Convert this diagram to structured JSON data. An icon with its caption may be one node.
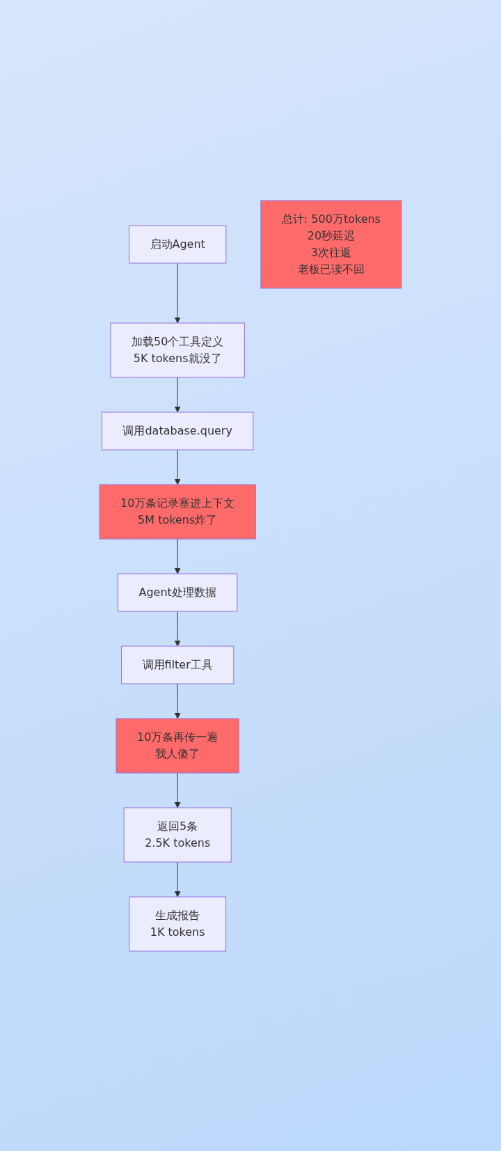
{
  "diagram": {
    "nodes": [
      {
        "text": [
          "启动Agent"
        ]
      },
      {
        "text": [
          "加载50个工具定义",
          "5K tokens就没了"
        ]
      },
      {
        "text": [
          "调用database.query"
        ]
      },
      {
        "text": [
          "10万条记录塞进上下文",
          "5M tokens炸了"
        ]
      },
      {
        "text": [
          "Agent处理数据"
        ]
      },
      {
        "text": [
          "调用filter工具"
        ]
      },
      {
        "text": [
          "10万条再传一遍",
          "我人傻了"
        ]
      },
      {
        "text": [
          "返回5条",
          "2.5K tokens"
        ]
      },
      {
        "text": [
          "生成报告",
          "1K tokens"
        ]
      },
      {
        "text": [
          "总计: 500万tokens",
          "20秒延迟",
          "3次往返",
          "老板已读不回"
        ]
      }
    ],
    "edges": [
      {
        "from": 0,
        "to": 1,
        "arrow": "to"
      },
      {
        "from": 1,
        "to": 2,
        "arrow": "to"
      },
      {
        "from": 2,
        "to": 3,
        "arrow": "to"
      },
      {
        "from": 3,
        "to": 4,
        "arrow": "to"
      },
      {
        "from": 4,
        "to": 5,
        "arrow": "to"
      },
      {
        "from": 5,
        "to": 6,
        "arrow": "to"
      },
      {
        "from": 6,
        "to": 7,
        "arrow": "to"
      },
      {
        "from": 7,
        "to": 8,
        "arrow": "to"
      }
    ]
  }
}
